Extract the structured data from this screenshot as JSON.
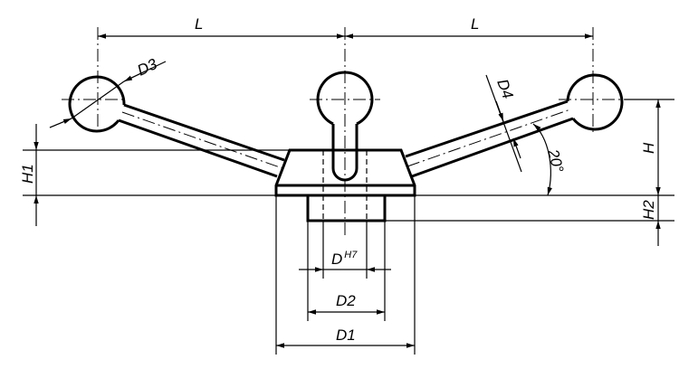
{
  "labels": {
    "L_left": "L",
    "L_right": "L",
    "D3": "D3",
    "D4": "D4",
    "angle": "20°",
    "H1": "H1",
    "H": "H",
    "H2": "H2",
    "D": "D",
    "D_tolerance": "H7",
    "D2": "D2",
    "D1": "D1"
  }
}
